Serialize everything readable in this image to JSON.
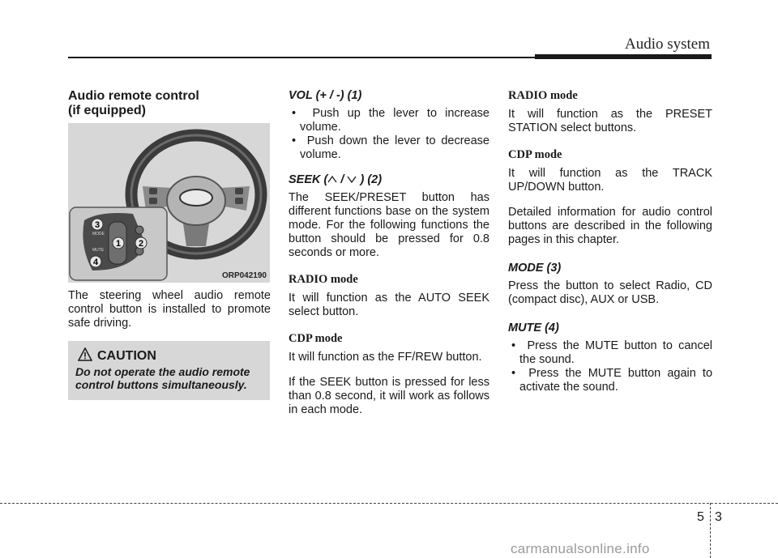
{
  "header": {
    "title": "Audio system"
  },
  "col1": {
    "heading_line1": "Audio remote control",
    "heading_line2": "(if equipped)",
    "figure": {
      "caption": "ORP042190",
      "callouts": [
        "1",
        "2",
        "3",
        "4"
      ],
      "button_labels": {
        "mode": "MODE",
        "mute": "MUTE"
      }
    },
    "body": "The steering wheel audio remote control button is installed to promote safe driving.",
    "caution": {
      "title": "CAUTION",
      "text": "Do not operate the audio remote control buttons simultaneously."
    }
  },
  "col2": {
    "vol_heading": "VOL (+ / -) (1)",
    "vol_bullets": [
      "Push up the lever to increase volume.",
      "Push down the lever to decrease volume."
    ],
    "seek_heading_pre": "SEEK (",
    "seek_heading_mid": " / ",
    "seek_heading_post": " ) (2)",
    "seek_body": "The SEEK/PRESET button has different functions base on the system mode. For the following functions the button should be pressed for 0.8 seconds or more.",
    "radio_heading": "RADIO mode",
    "radio_body": "It will function as the AUTO SEEK select button.",
    "cdp_heading": "CDP mode",
    "cdp_body": "It will function as the FF/REW button.",
    "short_press_body": "If the SEEK button is pressed for less than 0.8 second, it will work as follows in each mode."
  },
  "col3": {
    "radio_heading": "RADIO mode",
    "radio_body": "It will function as the PRESET STATION select buttons.",
    "cdp_heading": "CDP mode",
    "cdp_body": "It will function as the TRACK UP/DOWN button.",
    "detail_body": "Detailed information for audio control buttons are described in the following pages in this chapter.",
    "mode_heading": "MODE (3)",
    "mode_body": "Press the button to select Radio, CD (compact disc), AUX or USB.",
    "mute_heading": "MUTE (4)",
    "mute_bullets": [
      "Press the MUTE button to cancel the sound.",
      "Press the MUTE button again to activate the sound."
    ]
  },
  "footer": {
    "section": "5",
    "page": "3"
  },
  "watermark": "carmanualsonline.info"
}
